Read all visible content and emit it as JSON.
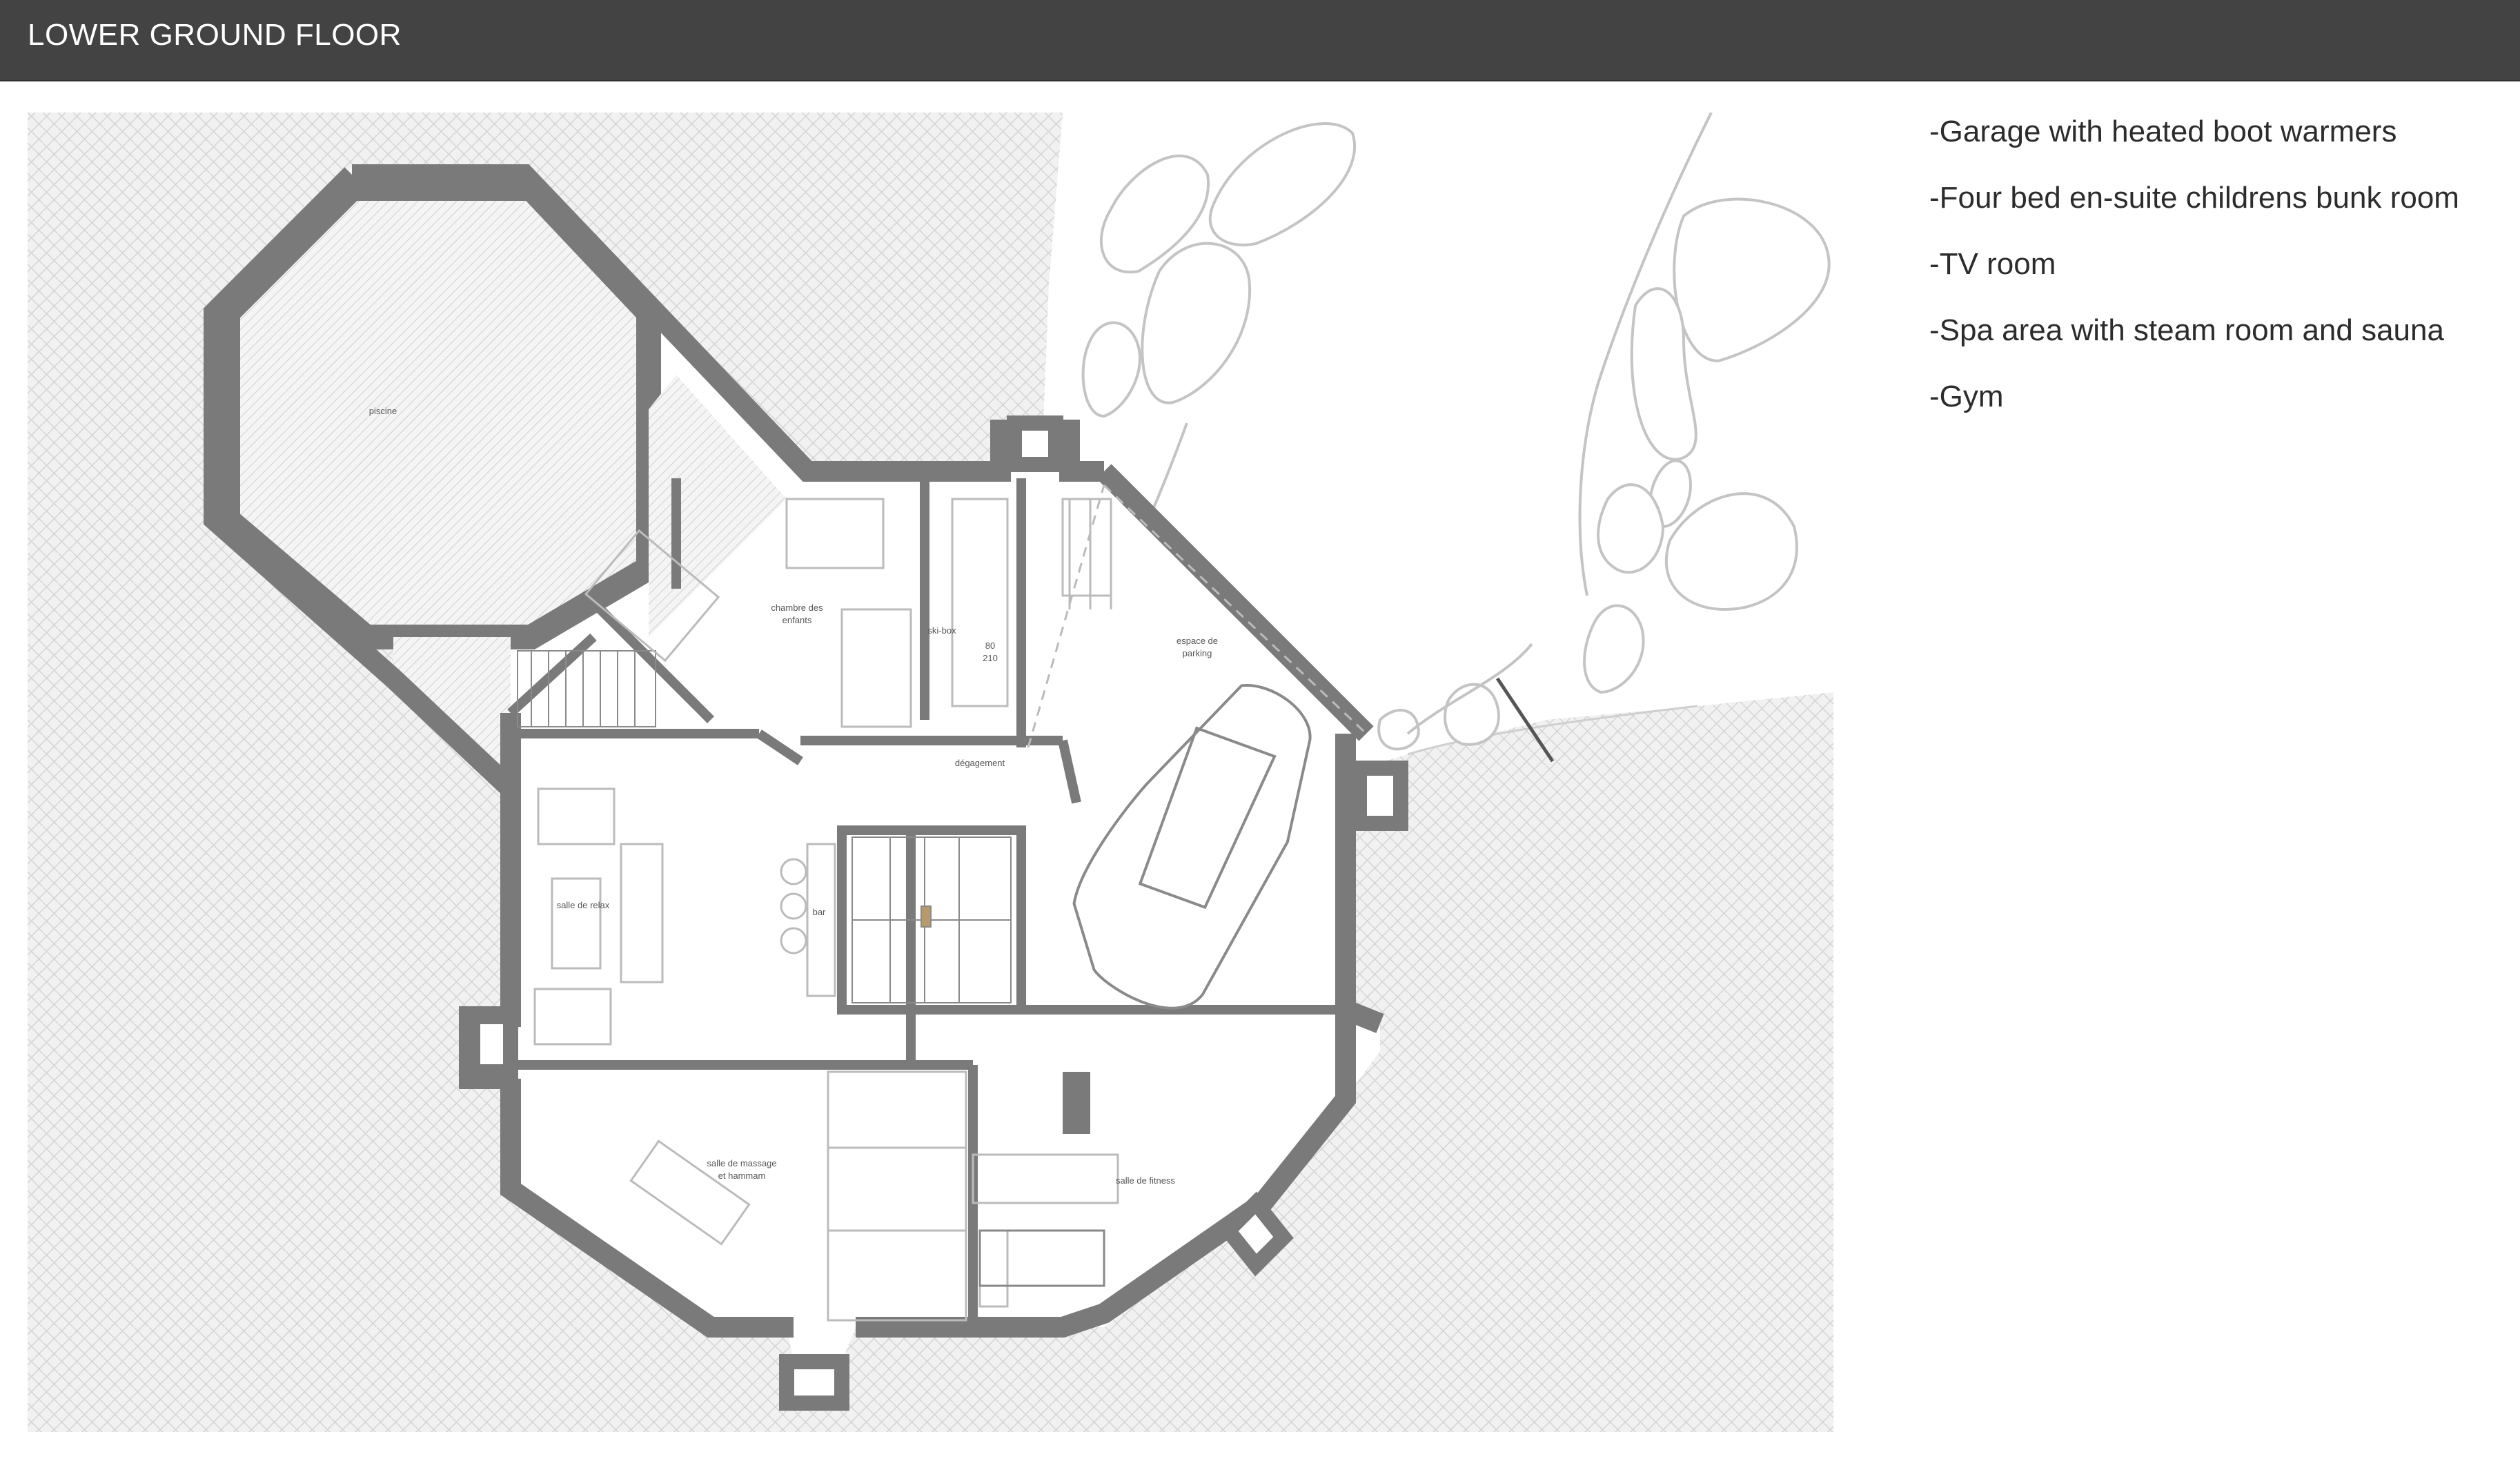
{
  "header": {
    "title": "LOWER GROUND FLOOR"
  },
  "features": [
    "-Garage with heated boot warmers",
    "-Four bed en-suite childrens bunk room",
    "-TV room",
    "-Spa area with steam room and sauna",
    "-Gym"
  ],
  "plan": {
    "rooms": {
      "piscine": "piscine",
      "chambre": "chambre des",
      "chambre2": "enfants",
      "skibox": "ski-box",
      "door1": "80",
      "door2": "210",
      "parking": "espace de",
      "parking2": "parking",
      "degagement": "dégagement",
      "relax": "salle de relax",
      "bar": "bar",
      "massage": "salle de massage",
      "massage2": "et hammam",
      "fitness": "salle de fitness"
    }
  },
  "colors": {
    "header_bg": "#434343",
    "wall": "#7a7a7a",
    "hatch": "#d9d9d9"
  }
}
